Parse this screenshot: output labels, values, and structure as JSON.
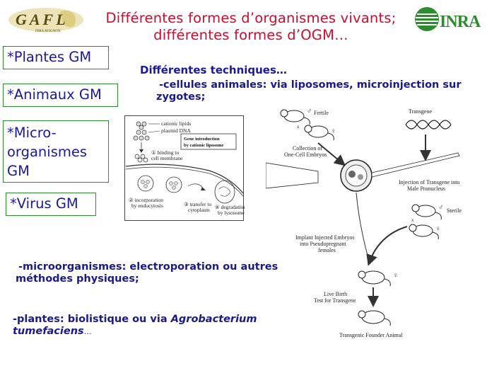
{
  "header": {
    "gafl_logo": "GAFL",
    "gafl_sub": "INRA AVIGNON",
    "title_line1": "Différentes formes d’organismes vivants;",
    "title_line2": "différentes formes d’OGM…",
    "inra_logo": "INRA"
  },
  "categories": [
    "*Plantes GM",
    "*Animaux GM",
    "*Micro-organismes GM",
    "*Virus GM"
  ],
  "techniques": {
    "heading": "Différentes techniques…",
    "animal_line1": "-cellules animales: via liposomes, microinjection sur",
    "animal_line2": "zygotes;",
    "micro_line1": "-microorganismes: electroporation ou autres",
    "micro_line2": "méthodes physiques;",
    "plant_prefix": "-plantes:  biolistique ou via ",
    "plant_agro": "Agrobacterium",
    "plant_tume": "tumefaciens",
    "plant_end": "…"
  },
  "liposome_figure": {
    "box_title_1": "Gene introduction",
    "box_title_2": "by cationic liposome",
    "label_lipids": "cationic lipids",
    "label_dna": "plasmid DNA",
    "label_bind_1": "① binding to",
    "label_bind_2": "cell membrane",
    "label_incorp_1": "② incorporation",
    "label_incorp_2": "by endocytosis",
    "label_transfer_1": "③ transfer to",
    "label_transfer_2": "cytoplasm",
    "label_degrad_1": "④ degradation",
    "label_degrad_2": "by lysosome"
  },
  "mouse_figure": {
    "fertile": "Fertile",
    "transgene": "Transgene",
    "collection_1": "Collection of",
    "collection_2": "One-Cell Embryos",
    "injection_1": "Injection of Transgene into",
    "injection_2": "Male Pronucleus",
    "sterile": "Sterile",
    "implant_1": "Implant Injected Embryos",
    "implant_2": "into Pseudopregnant",
    "implant_3": "females",
    "birth_1": "Live Birth",
    "birth_2": "Test for Transgene",
    "founder": "Transgenic Founder Animal"
  },
  "colors": {
    "title": "#c8102e",
    "body_text": "#1a1a9a",
    "box_border": "#2e8b2e"
  }
}
